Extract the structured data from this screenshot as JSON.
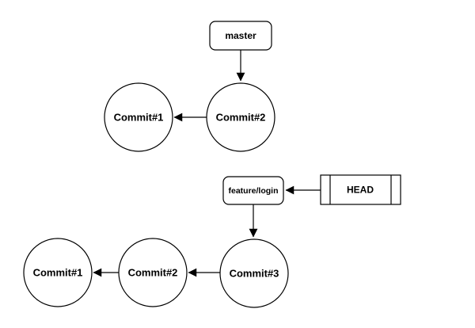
{
  "diagram": {
    "background_color": "#ffffff",
    "stroke_color": "#000000",
    "text_color": "#000000",
    "top_graph": {
      "branch_label": "master",
      "commits": [
        "Commit#1",
        "Commit#2"
      ]
    },
    "bottom_graph": {
      "branch_label": "feature/login",
      "head_label": "HEAD",
      "commits": [
        "Commit#1",
        "Commit#2",
        "Commit#3"
      ]
    }
  }
}
